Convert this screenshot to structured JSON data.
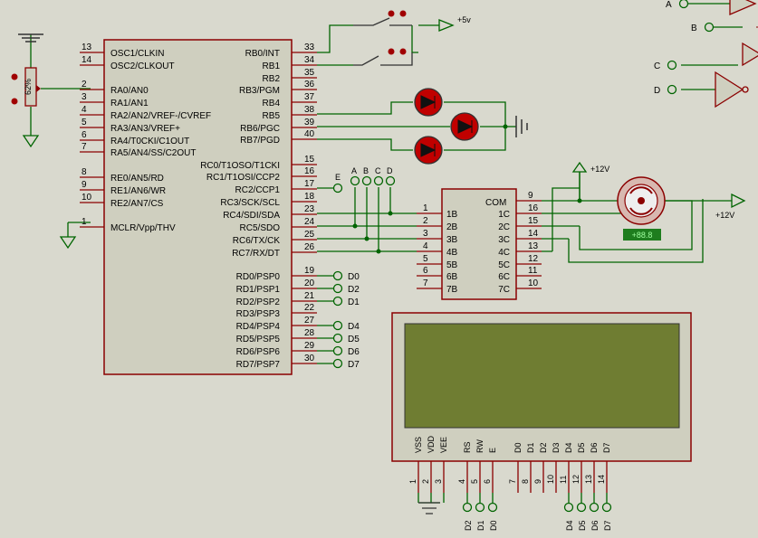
{
  "mcu": {
    "left_pins": [
      {
        "num": "13",
        "name": "OSC1/CLKIN"
      },
      {
        "num": "14",
        "name": "OSC2/CLKOUT"
      },
      {
        "num": "2",
        "name": "RA0/AN0"
      },
      {
        "num": "3",
        "name": "RA1/AN1"
      },
      {
        "num": "4",
        "name": "RA2/AN2/VREF-/CVREF"
      },
      {
        "num": "5",
        "name": "RA3/AN3/VREF+"
      },
      {
        "num": "6",
        "name": "RA4/T0CKI/C1OUT"
      },
      {
        "num": "7",
        "name": "RA5/AN4/SS/C2OUT"
      },
      {
        "num": "8",
        "name": "RE0/AN5/RD"
      },
      {
        "num": "9",
        "name": "RE1/AN6/WR"
      },
      {
        "num": "10",
        "name": "RE2/AN7/CS"
      },
      {
        "num": "1",
        "name": "MCLR/Vpp/THV"
      }
    ],
    "right_pins": [
      {
        "num": "33",
        "name": "RB0/INT"
      },
      {
        "num": "34",
        "name": "RB1"
      },
      {
        "num": "35",
        "name": "RB2"
      },
      {
        "num": "36",
        "name": "RB3/PGM"
      },
      {
        "num": "37",
        "name": "RB4"
      },
      {
        "num": "38",
        "name": "RB5"
      },
      {
        "num": "39",
        "name": "RB6/PGC"
      },
      {
        "num": "40",
        "name": "RB7/PGD"
      },
      {
        "num": "15",
        "name": "RC0/T1OSO/T1CKI"
      },
      {
        "num": "16",
        "name": "RC1/T1OSI/CCP2"
      },
      {
        "num": "17",
        "name": "RC2/CCP1"
      },
      {
        "num": "18",
        "name": "RC3/SCK/SCL"
      },
      {
        "num": "23",
        "name": "RC4/SDI/SDA"
      },
      {
        "num": "24",
        "name": "RC5/SDO"
      },
      {
        "num": "25",
        "name": "RC6/TX/CK"
      },
      {
        "num": "26",
        "name": "RC7/RX/DT"
      },
      {
        "num": "19",
        "name": "RD0/PSP0"
      },
      {
        "num": "20",
        "name": "RD1/PSP1"
      },
      {
        "num": "21",
        "name": "RD2/PSP2"
      },
      {
        "num": "22",
        "name": "RD3/PSP3"
      },
      {
        "num": "27",
        "name": "RD4/PSP4"
      },
      {
        "num": "28",
        "name": "RD5/PSP5"
      },
      {
        "num": "29",
        "name": "RD6/PSP6"
      },
      {
        "num": "30",
        "name": "RD7/PSP7"
      }
    ],
    "port_d_terminals": [
      "D0",
      "D2",
      "D1",
      "",
      "D4",
      "D5",
      "D6",
      "D7"
    ],
    "rc2_terminal": "E"
  },
  "pot": {
    "value": "62%"
  },
  "power": {
    "plus5": "+5v",
    "plus12_top": "+12V",
    "plus12_right": "+12V"
  },
  "driver": {
    "com_label": "COM",
    "com_pin": "9",
    "inputs": [
      {
        "num": "1",
        "name": "1B"
      },
      {
        "num": "2",
        "name": "2B"
      },
      {
        "num": "3",
        "name": "3B"
      },
      {
        "num": "4",
        "name": "4B"
      },
      {
        "num": "5",
        "name": "5B"
      },
      {
        "num": "6",
        "name": "6B"
      },
      {
        "num": "7",
        "name": "7B"
      }
    ],
    "outputs": [
      {
        "num": "16",
        "name": "1C"
      },
      {
        "num": "15",
        "name": "2C"
      },
      {
        "num": "14",
        "name": "3C"
      },
      {
        "num": "13",
        "name": "4C"
      },
      {
        "num": "12",
        "name": "5C"
      },
      {
        "num": "11",
        "name": "6C"
      },
      {
        "num": "10",
        "name": "7C"
      }
    ],
    "bus_terminals": [
      "A",
      "B",
      "C",
      "D"
    ]
  },
  "motor": {
    "readout": "+88.8"
  },
  "lcd": {
    "pins": [
      {
        "num": "1",
        "name": "VSS"
      },
      {
        "num": "2",
        "name": "VDD"
      },
      {
        "num": "3",
        "name": "VEE"
      },
      {
        "num": "4",
        "name": "RS"
      },
      {
        "num": "5",
        "name": "RW"
      },
      {
        "num": "6",
        "name": "E"
      },
      {
        "num": "7",
        "name": "D0"
      },
      {
        "num": "8",
        "name": "D1"
      },
      {
        "num": "9",
        "name": "D2"
      },
      {
        "num": "10",
        "name": "D3"
      },
      {
        "num": "11",
        "name": "D4"
      },
      {
        "num": "12",
        "name": "D5"
      },
      {
        "num": "13",
        "name": "D6"
      },
      {
        "num": "14",
        "name": "D7"
      }
    ],
    "bottom_terminals": [
      "D2",
      "D1",
      "D0",
      "D4",
      "D5",
      "D6",
      "D7"
    ]
  },
  "gates": {
    "inputs": [
      "A",
      "B",
      "C",
      "D"
    ]
  },
  "colors": {
    "background": "#d9d9ce",
    "wire": "#006400",
    "component": "#8b0000",
    "ic_fill": "#cfcfbf",
    "led": "#c00000",
    "lcd_screen": "#6f7d32",
    "lcd_body": "#cfcfbf",
    "readout_bg": "#1e7d1e"
  }
}
